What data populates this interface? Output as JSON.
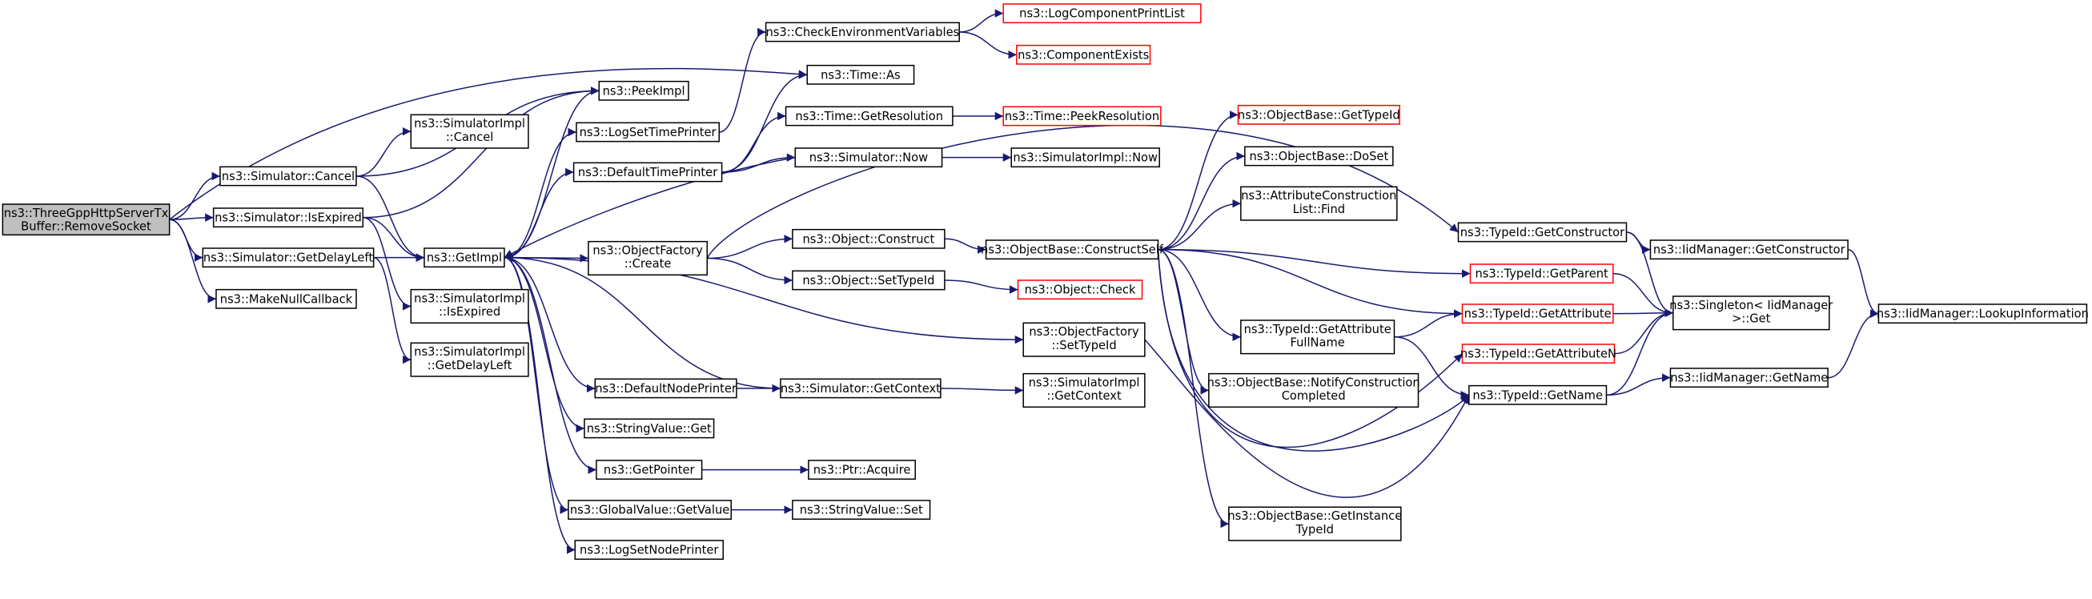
{
  "colors": {
    "edge": "#191970",
    "root_fill": "#bfbfbf",
    "node_fill": "#ffffff",
    "node_border": "#000000",
    "truncated_border": "#ff0000"
  },
  "nodes": {
    "root": [
      "ns3::ThreeGppHttpServerTx",
      "Buffer::RemoveSocket"
    ],
    "sim_cancel": [
      "ns3::Simulator::Cancel"
    ],
    "sim_isexpired": [
      "ns3::Simulator::IsExpired"
    ],
    "sim_getdelayleft": [
      "ns3::Simulator::GetDelayLeft"
    ],
    "makenullcallback": [
      "ns3::MakeNullCallback"
    ],
    "simimpl_cancel": [
      "ns3::SimulatorImpl",
      "::Cancel"
    ],
    "peekimpl": [
      "ns3::PeekImpl"
    ],
    "getimpl": [
      "ns3::GetImpl"
    ],
    "simimpl_isexpired": [
      "ns3::SimulatorImpl",
      "::IsExpired"
    ],
    "simimpl_getdelayleft": [
      "ns3::SimulatorImpl",
      "::GetDelayLeft"
    ],
    "checkenv": [
      "ns3::CheckEnvironmentVariables"
    ],
    "logcompprint": [
      "ns3::LogComponentPrintList"
    ],
    "compexists": [
      "ns3::ComponentExists"
    ],
    "time_as": [
      "ns3::Time::As"
    ],
    "logsettimeprinter": [
      "ns3::LogSetTimePrinter"
    ],
    "defaulttimeprinter": [
      "ns3::DefaultTimePrinter"
    ],
    "time_getres": [
      "ns3::Time::GetResolution"
    ],
    "time_peekres": [
      "ns3::Time::PeekResolution"
    ],
    "sim_now": [
      "ns3::Simulator::Now"
    ],
    "simimpl_now": [
      "ns3::SimulatorImpl::Now"
    ],
    "objfactory_create": [
      "ns3::ObjectFactory",
      "::Create"
    ],
    "object_construct": [
      "ns3::Object::Construct"
    ],
    "object_settypeid": [
      "ns3::Object::SetTypeId"
    ],
    "object_check": [
      "ns3::Object::Check"
    ],
    "objbase_constructself": [
      "ns3::ObjectBase::ConstructSelf"
    ],
    "objbase_gettypeid": [
      "ns3::ObjectBase::GetTypeId"
    ],
    "objbase_doset": [
      "ns3::ObjectBase::DoSet"
    ],
    "attrconslist_find": [
      "ns3::AttributeConstruction",
      "List::Find"
    ],
    "objfactory_settypeid": [
      "ns3::ObjectFactory",
      "::SetTypeId"
    ],
    "defaultnodeprinter": [
      "ns3::DefaultNodePrinter"
    ],
    "sim_getcontext": [
      "ns3::Simulator::GetContext"
    ],
    "simimpl_getcontext": [
      "ns3::SimulatorImpl",
      "::GetContext"
    ],
    "stringvalue_get": [
      "ns3::StringValue::Get"
    ],
    "getpointer": [
      "ns3::GetPointer"
    ],
    "ptr_acquire": [
      "ns3::Ptr::Acquire"
    ],
    "globalvalue_getvalue": [
      "ns3::GlobalValue::GetValue"
    ],
    "stringvalue_set": [
      "ns3::StringValue::Set"
    ],
    "logsetnodeprinter": [
      "ns3::LogSetNodePrinter"
    ],
    "typeid_getattrfullname": [
      "ns3::TypeId::GetAttribute",
      "FullName"
    ],
    "objbase_notifyconscompleted": [
      "ns3::ObjectBase::NotifyConstruction",
      "Completed"
    ],
    "objbase_getinstancetypeid": [
      "ns3::ObjectBase::GetInstance",
      "TypeId"
    ],
    "typeid_getconstructor": [
      "ns3::TypeId::GetConstructor"
    ],
    "typeid_getparent": [
      "ns3::TypeId::GetParent"
    ],
    "typeid_getattribute": [
      "ns3::TypeId::GetAttribute"
    ],
    "typeid_getattributen": [
      "ns3::TypeId::GetAttributeN"
    ],
    "typeid_getname": [
      "ns3::TypeId::GetName"
    ],
    "iidmgr_getconstructor": [
      "ns3::IidManager::GetConstructor"
    ],
    "singleton_get": [
      "ns3::Singleton< IidManager",
      ">::Get"
    ],
    "iidmgr_getname": [
      "ns3::IidManager::GetName"
    ],
    "iidmgr_lookupinfo": [
      "ns3::IidManager::LookupInformation"
    ]
  }
}
